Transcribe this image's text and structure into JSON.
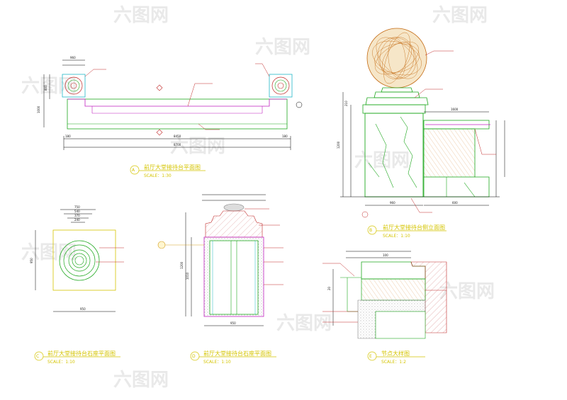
{
  "watermark": "六图网",
  "colors": {
    "title": "#d4c400",
    "dim": "#000000",
    "outline_green": "#1fa81f",
    "outline_magenta": "#c021c0",
    "cyan": "#22b8c8",
    "annotation_red": "#c02828",
    "ball": "#c46a12"
  },
  "view_a": {
    "number": "A",
    "title": "前厅大堂接待台平面图",
    "scale": "SCALE：1:30",
    "dims": {
      "left": "960",
      "overall_a": "8450",
      "overall_b": "8700",
      "side": "180",
      "h1": "1000",
      "h2": "800"
    }
  },
  "view_b": {
    "number": "B",
    "title": "前厅大堂接待台侧立面图",
    "scale": "SCALE：1:10",
    "dims": {
      "top": "1600",
      "base": "600",
      "mid": "960",
      "h_total": "1200",
      "h_top": "210"
    }
  },
  "view_c": {
    "number": "C",
    "title": "前厅大堂接待台石座平面图",
    "scale": "SCALE：1:10",
    "dims": {
      "a": "750",
      "b": "540",
      "c": "370",
      "d": "240",
      "w": "950",
      "h": "950"
    }
  },
  "view_d": {
    "number": "D",
    "title": "前厅大堂接待台石座平面图",
    "scale": "SCALE：1:10",
    "dims": {
      "w": "950",
      "h1": "1200",
      "h2": "1010"
    }
  },
  "view_e": {
    "number": "E",
    "title": "节点大样图",
    "scale": "SCALE：1:2",
    "dims": {
      "a": "100",
      "b": "20"
    }
  }
}
